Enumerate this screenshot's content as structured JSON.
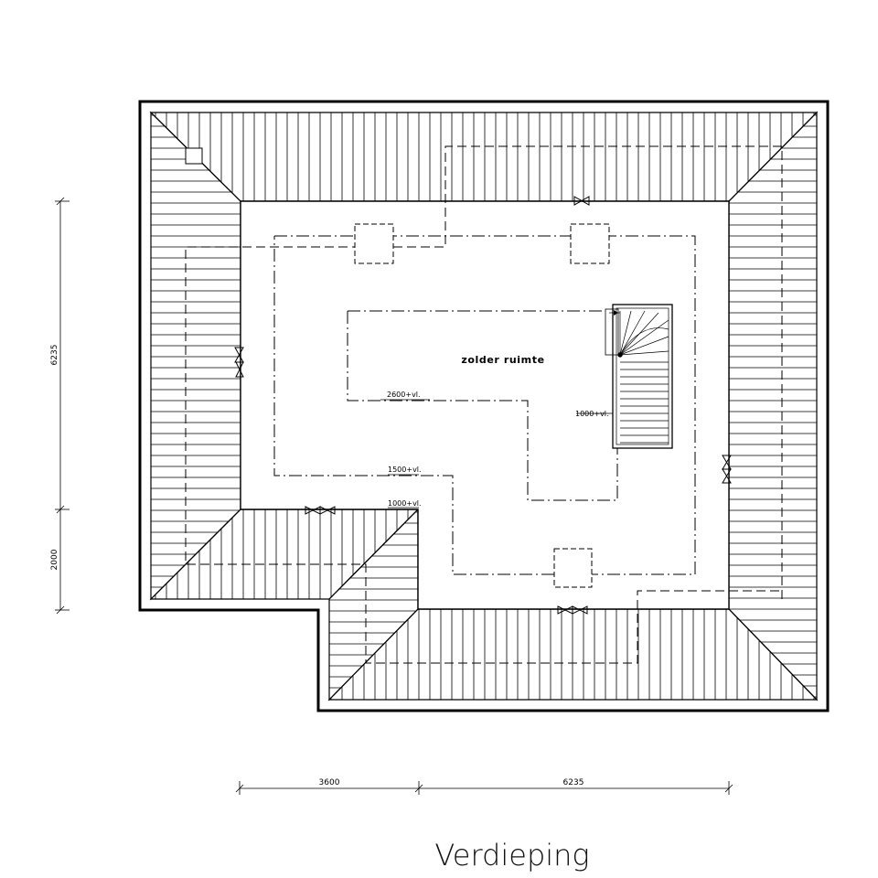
{
  "drawing": {
    "title": "Verdieping",
    "room_label": "zolder ruimte",
    "level_labels": {
      "attic": "2600+vl.",
      "mid": "1500+vl.",
      "low": "1000+vl.",
      "stair": "1000+vl."
    },
    "dimensions": {
      "left_upper": "6235",
      "left_lower": "2000",
      "bottom_left": "3600",
      "bottom_right": "6235"
    }
  }
}
